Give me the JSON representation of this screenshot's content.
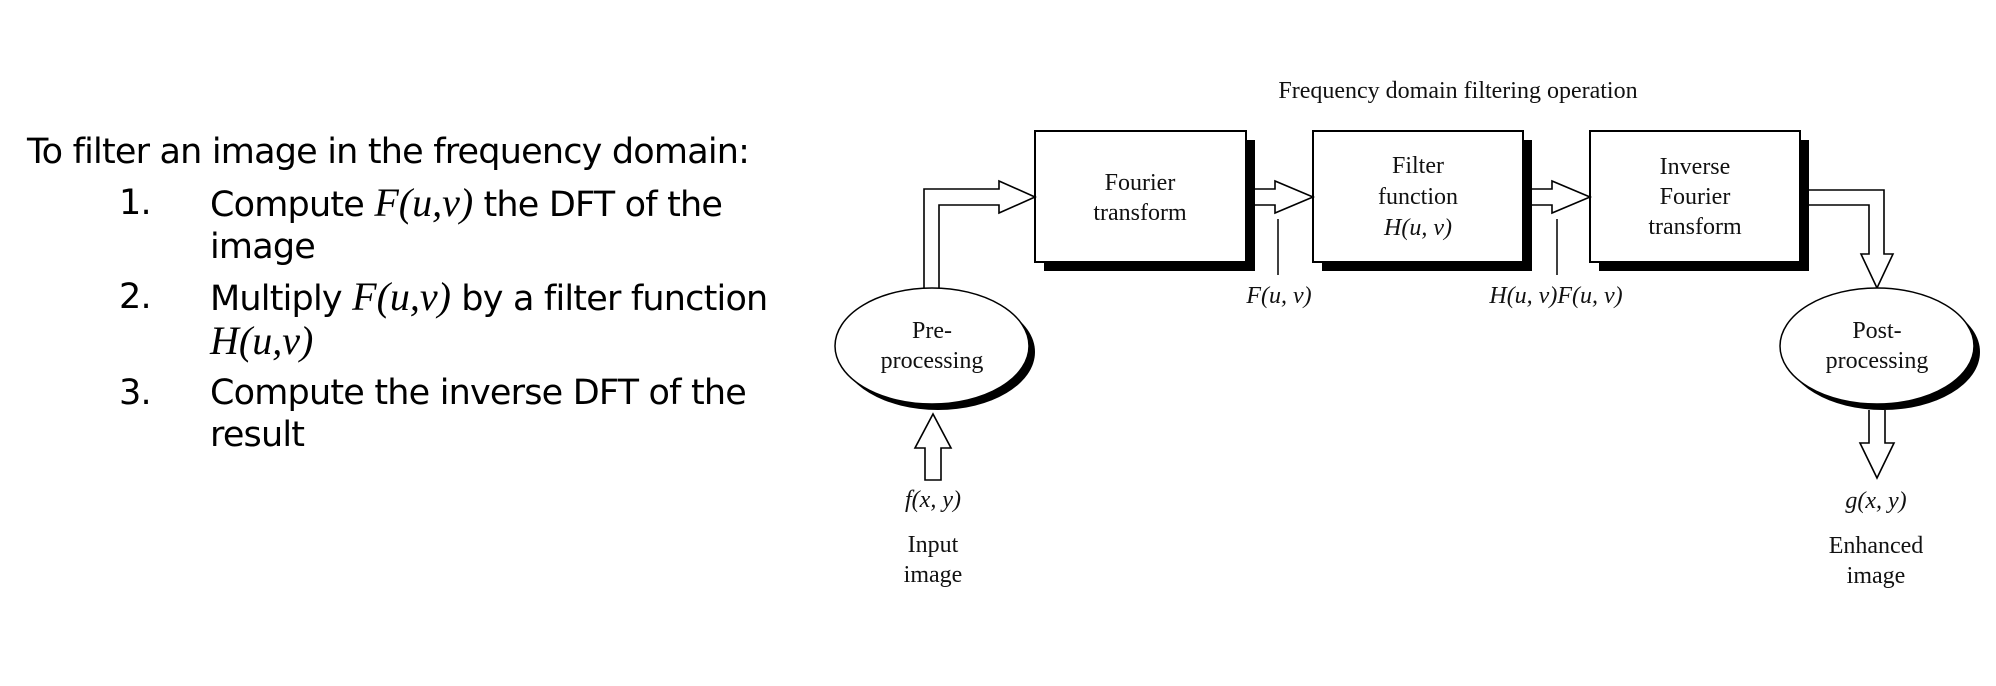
{
  "instructions": {
    "heading": "To filter an image in the frequency domain:",
    "steps": [
      {
        "number": "1.",
        "before": "Compute ",
        "math": "F(u,v)",
        "after": " the DFT of the image"
      },
      {
        "number": "2.",
        "before": "Multiply ",
        "math": "F(u,v)",
        "after": " by a filter function ",
        "math2": "H(u,v)"
      },
      {
        "number": "3.",
        "before": "Compute the inverse DFT of the result",
        "math": "",
        "after": ""
      }
    ]
  },
  "diagram": {
    "title": "Frequency domain filtering operation",
    "blocks": {
      "fourier": [
        "Fourier",
        "transform"
      ],
      "filter": [
        "Filter",
        "function",
        "H(u, v)"
      ],
      "inverse": [
        "Inverse",
        "Fourier",
        "transform"
      ]
    },
    "ellipses": {
      "pre": [
        "Pre-",
        "processing"
      ],
      "post": [
        "Post-",
        "processing"
      ]
    },
    "signals": {
      "after_fourier": "F(u, v)",
      "after_filter": "H(u, v)F(u, v)",
      "input_fn": "f(x, y)",
      "output_fn": "g(x, y)"
    },
    "io_labels": {
      "input": [
        "Input",
        "image"
      ],
      "output": [
        "Enhanced",
        "image"
      ]
    }
  }
}
